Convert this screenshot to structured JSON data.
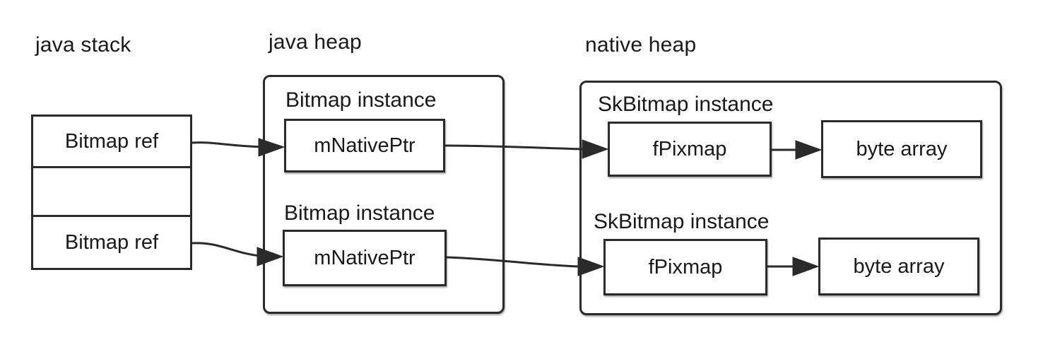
{
  "sections": {
    "java_stack": "java stack",
    "java_heap": "java heap",
    "native_heap": "native heap"
  },
  "java_stack": {
    "cells": [
      {
        "label": "Bitmap ref"
      },
      {
        "label": ""
      },
      {
        "label": "Bitmap ref"
      }
    ]
  },
  "java_heap": {
    "instances": [
      {
        "title": "Bitmap instance",
        "field": "mNativePtr"
      },
      {
        "title": "Bitmap instance",
        "field": "mNativePtr"
      }
    ]
  },
  "native_heap": {
    "instances": [
      {
        "title": "SkBitmap instance",
        "field": "fPixmap",
        "target": "byte array"
      },
      {
        "title": "SkBitmap instance",
        "field": "fPixmap",
        "target": "byte array"
      }
    ]
  },
  "colors": {
    "stroke": "#2a2a2a",
    "text": "#1a1a1a",
    "background": "#ffffff"
  }
}
